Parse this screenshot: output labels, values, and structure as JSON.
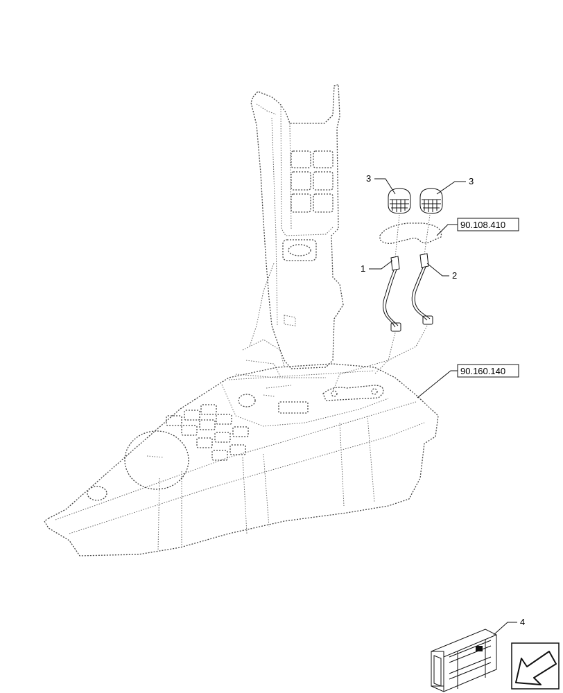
{
  "callouts": {
    "item1": "1",
    "item2": "2",
    "item3_left": "3",
    "item3_right": "3",
    "item4": "4"
  },
  "references": {
    "ref_upper": "90.108.410",
    "ref_lower": "90.160.140"
  },
  "icons": {
    "kit": "crate-kit-icon",
    "nav": "arrow-down-left-icon"
  }
}
